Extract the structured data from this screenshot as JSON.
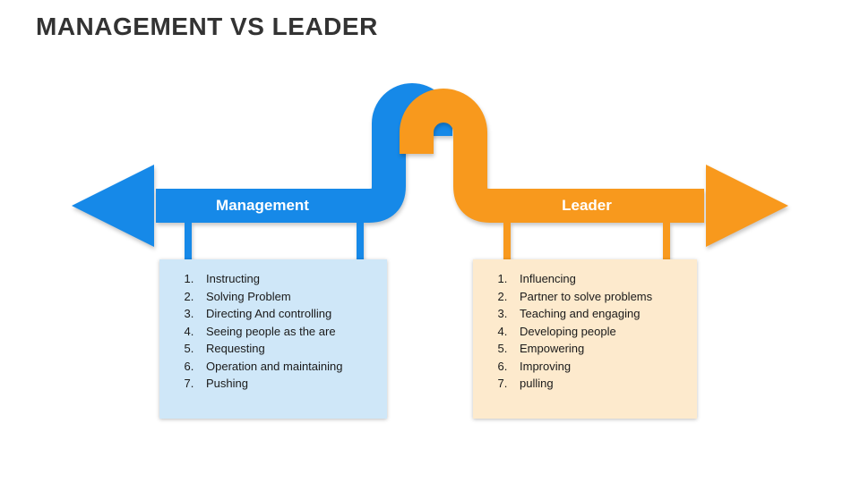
{
  "slide": {
    "title": "MANAGEMENT VS LEADER"
  },
  "management": {
    "label": "Management",
    "color": "#1689e8",
    "panel_bg": "#cfe7f8",
    "items": [
      "Instructing",
      "Solving Problem",
      "Directing And controlling",
      "Seeing people as the are",
      "Requesting",
      "Operation and maintaining",
      "Pushing"
    ]
  },
  "leader": {
    "label": "Leader",
    "color": "#f8991d",
    "panel_bg": "#fdeacd",
    "items": [
      "Influencing",
      "Partner to solve problems",
      "Teaching and engaging",
      "Developing people",
      "Empowering",
      "Improving",
      "pulling"
    ]
  }
}
